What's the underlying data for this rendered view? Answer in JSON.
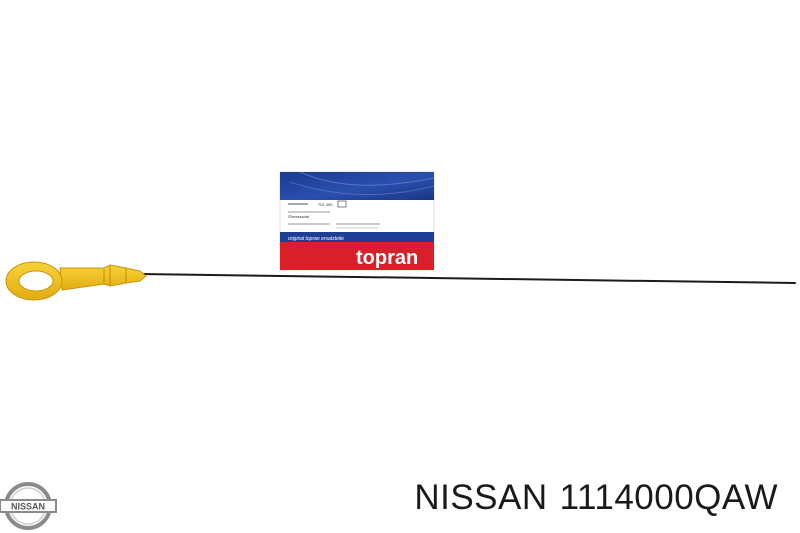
{
  "product": {
    "brand": "NISSAN",
    "part_number": "1114000QAW",
    "logo_text": "NISSAN"
  },
  "label_card": {
    "brand": "topran",
    "tagline": "original topran ersatzteile",
    "small_lines": [
      "701 490",
      "Ölmessstab"
    ]
  },
  "colors": {
    "dipstick_handle": "#f2c21a",
    "label_blue": "#1f3f96",
    "label_red": "#d8202a",
    "rod": "#1c1c1c"
  }
}
